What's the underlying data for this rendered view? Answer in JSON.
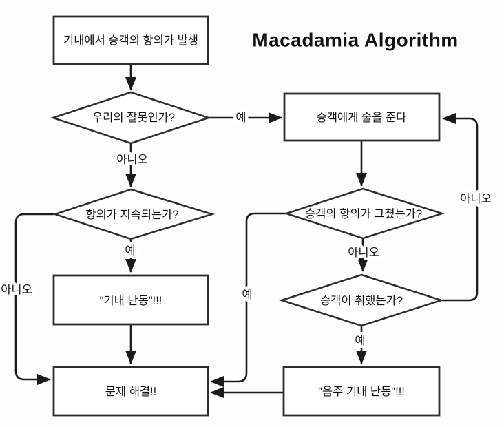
{
  "title": "Macadamia Algorithm",
  "nodes": {
    "start": "기내에서 승객의 항의가 발생",
    "our_fault": "우리의 잘못인가?",
    "give_alcohol": "승객에게 술을 준다",
    "complaint_persists": "항의가 지속되는가?",
    "complaint_stopped": "승객의 항의가 그쳤는가?",
    "passenger_drunk": "승객이 취했는가?",
    "cabin_rage": "\"기내 난동\"!!!",
    "drunk_cabin_rage": "\"음주 기내 난동\"!!!",
    "problem_solved": "문제 해결!!"
  },
  "labels": {
    "yes": "예",
    "no": "아니오"
  },
  "colors": {
    "background": "#fdfdfd",
    "line": "#1b1b1b",
    "node-fill": "#ffffff",
    "node-stroke": "#2d2d2d",
    "text": "#111111"
  }
}
